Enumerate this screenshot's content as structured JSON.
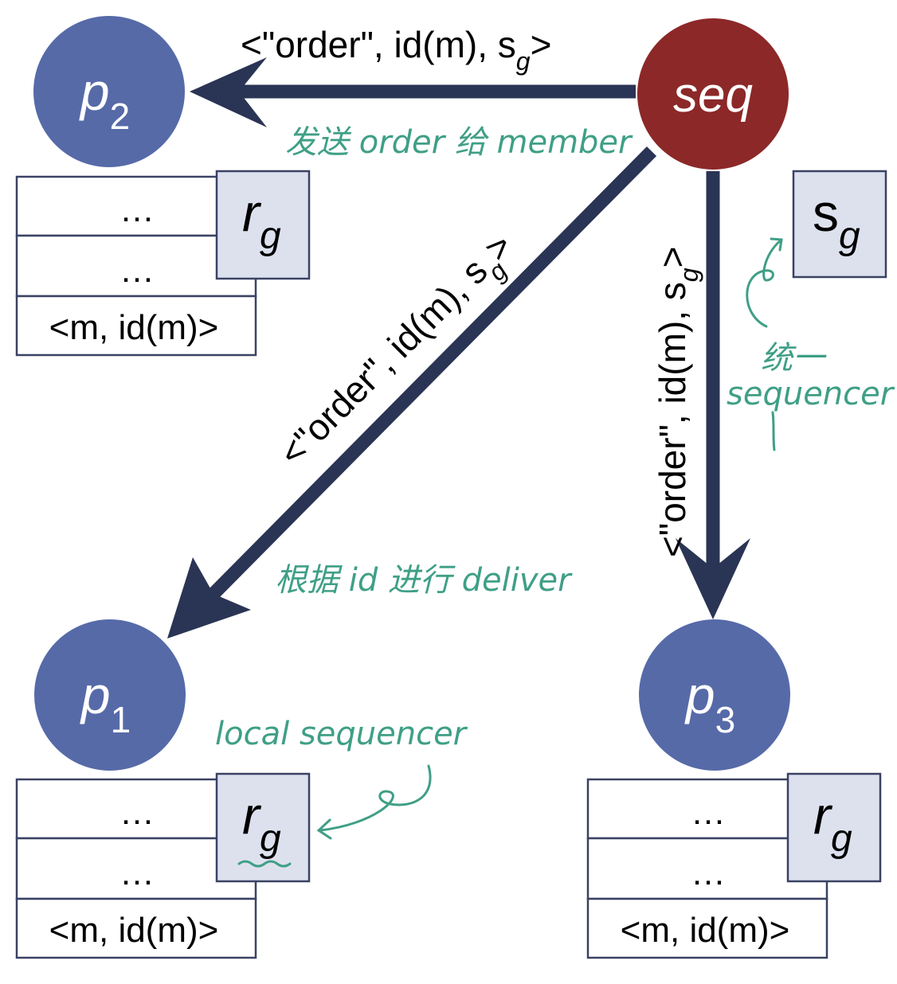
{
  "nodes": {
    "seq": {
      "label": "seq",
      "color": "#8c2828"
    },
    "p1": {
      "label": "p",
      "sub": "1",
      "color": "#566aa8"
    },
    "p2": {
      "label": "p",
      "sub": "2",
      "color": "#566aa8"
    },
    "p3": {
      "label": "p",
      "sub": "3",
      "color": "#566aa8"
    }
  },
  "queue": {
    "ellipsis": "…",
    "last_entry": "<m, id(m)>"
  },
  "registers": {
    "local": {
      "base": "r",
      "sub": "g"
    },
    "global": {
      "base": "s",
      "sub": "g"
    }
  },
  "message": {
    "prefix": "<\"order\", id(m), s",
    "sub": "g",
    "suffix": ">"
  },
  "annotations": {
    "send_order": "发送 order 给 member",
    "deliver_by_id": "根据 id 进行 deliver",
    "unified_line1": "统一",
    "unified_line2": "sequencer",
    "local_sequencer": "local sequencer"
  },
  "colors": {
    "process_node": "#566aa8",
    "sequencer_node": "#8c2828",
    "arrow": "#2a3454",
    "register_fill": "#dde1ee",
    "annotation": "#3f9f86"
  }
}
